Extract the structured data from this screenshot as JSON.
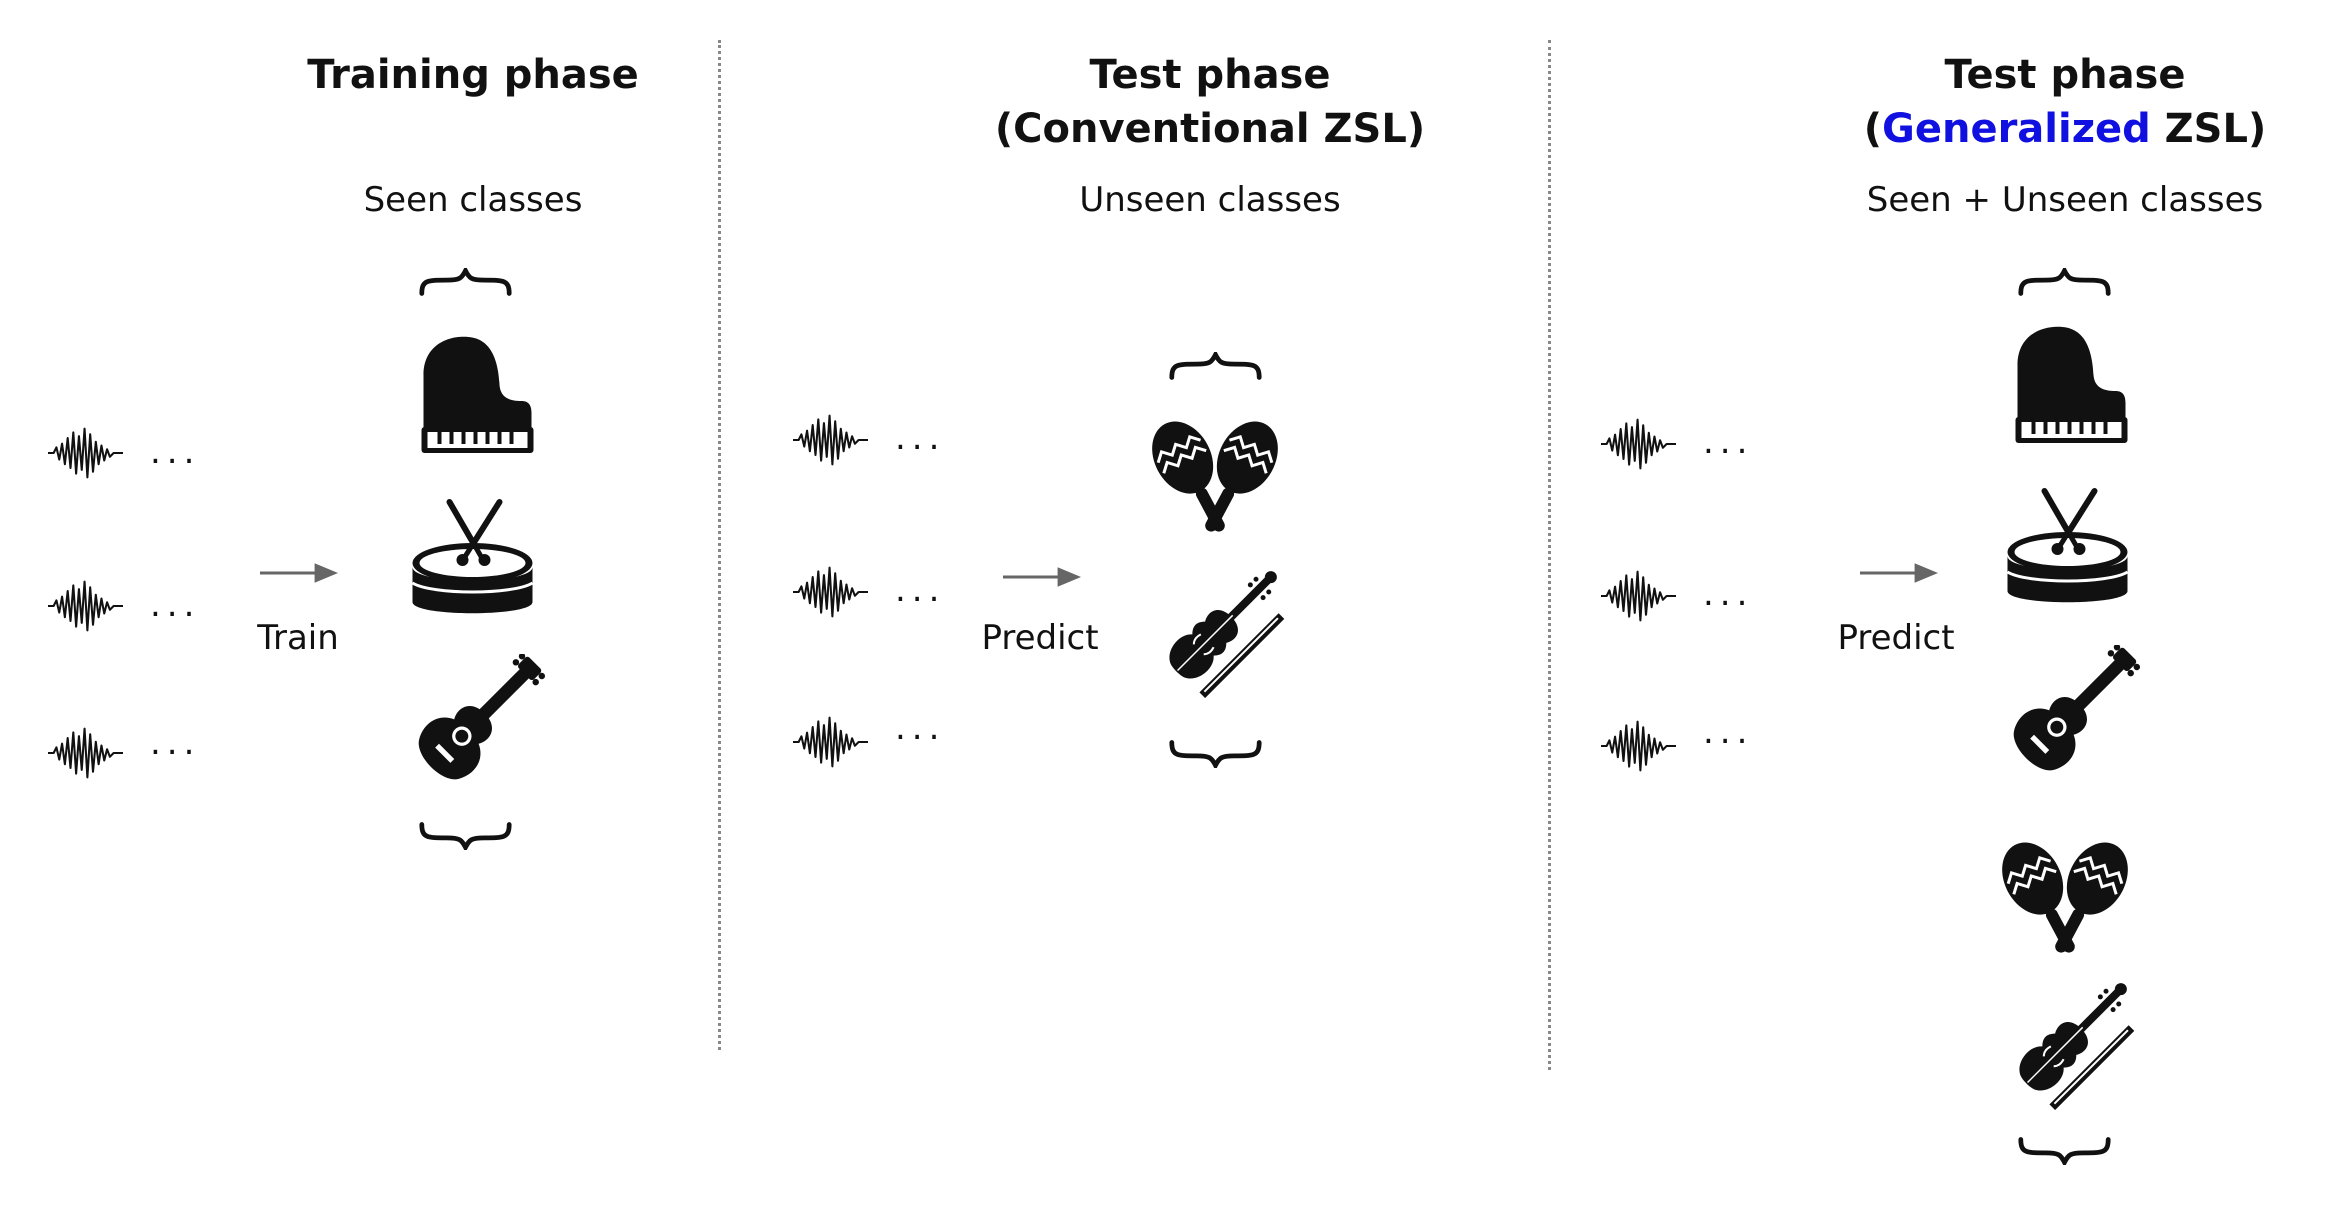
{
  "panels": [
    {
      "title_line1": "Training phase",
      "subtitle": "Seen classes",
      "action": "Train",
      "dots": "..."
    },
    {
      "title_line1": "Test phase",
      "title_line2": "(Conventional ZSL)",
      "subtitle": "Unseen classes",
      "action": "Predict",
      "dots": "..."
    },
    {
      "title_line1": "Test phase",
      "title_line2_open": "(",
      "title_line2_accent": "Generalized",
      "title_line2_rest": " ZSL)",
      "subtitle": "Seen + Unseen classes",
      "action": "Predict",
      "dots": "..."
    }
  ],
  "colors": {
    "accent": "#1010e0",
    "icon": "#111111",
    "arrow": "#666666",
    "divider": "#888888"
  },
  "icons": [
    "waveform-icon",
    "piano-icon",
    "drum-icon",
    "guitar-icon",
    "maracas-icon",
    "violin-icon",
    "brace-icon",
    "arrow-icon"
  ]
}
